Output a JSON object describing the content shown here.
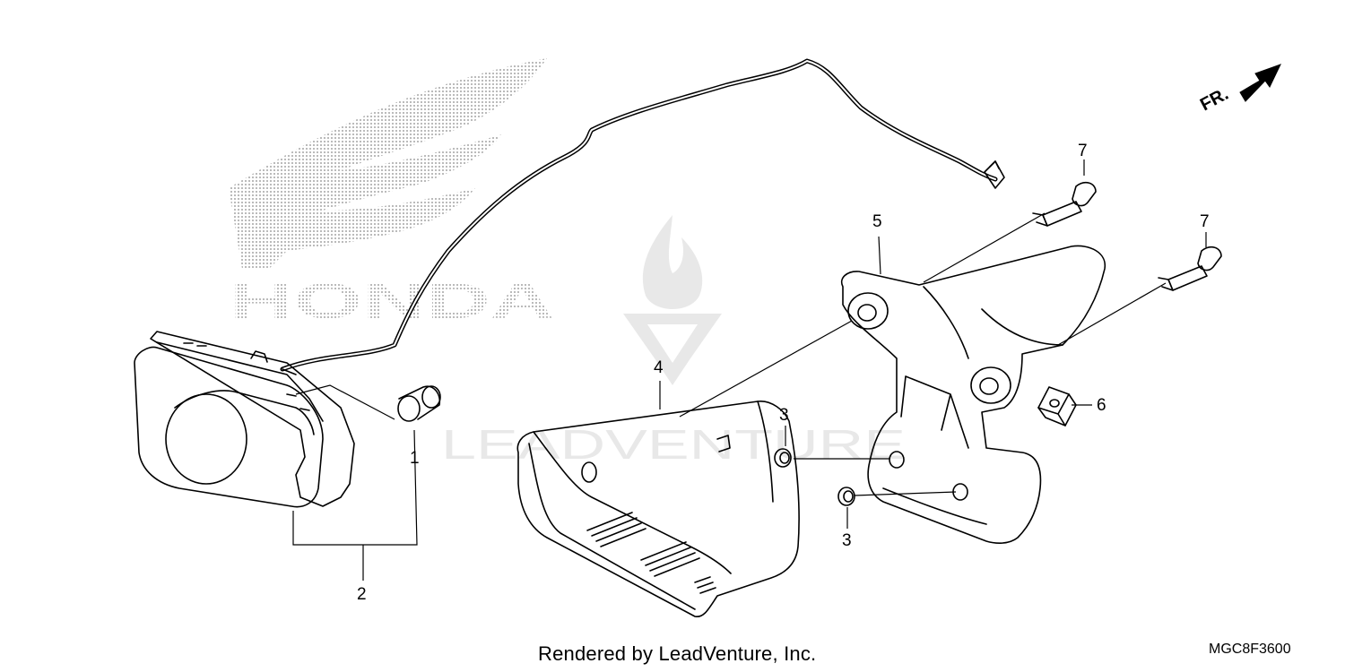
{
  "brand": {
    "logo_text": "HONDA",
    "watermark_text": "LEADVENTURE"
  },
  "direction_marker": {
    "label": "FR."
  },
  "callouts": [
    "1",
    "2",
    "3",
    "3",
    "4",
    "5",
    "6",
    "7",
    "7"
  ],
  "parts": [
    {
      "ref": "1",
      "name": "rubber-grommet"
    },
    {
      "ref": "2",
      "name": "tail-light-assembly"
    },
    {
      "ref": "3",
      "name": "collar"
    },
    {
      "ref": "4",
      "name": "tail-light-cover"
    },
    {
      "ref": "5",
      "name": "tail-light-bracket"
    },
    {
      "ref": "6",
      "name": "clip-nut"
    },
    {
      "ref": "7",
      "name": "bolt"
    }
  ],
  "footer": {
    "credit": "Rendered by LeadVenture, Inc.",
    "diagram_code": "MGC8F3600"
  },
  "colors": {
    "line": "#000000",
    "logo_dots": "#a8a8a8",
    "watermark": "#e6e6e6",
    "background": "#ffffff"
  }
}
